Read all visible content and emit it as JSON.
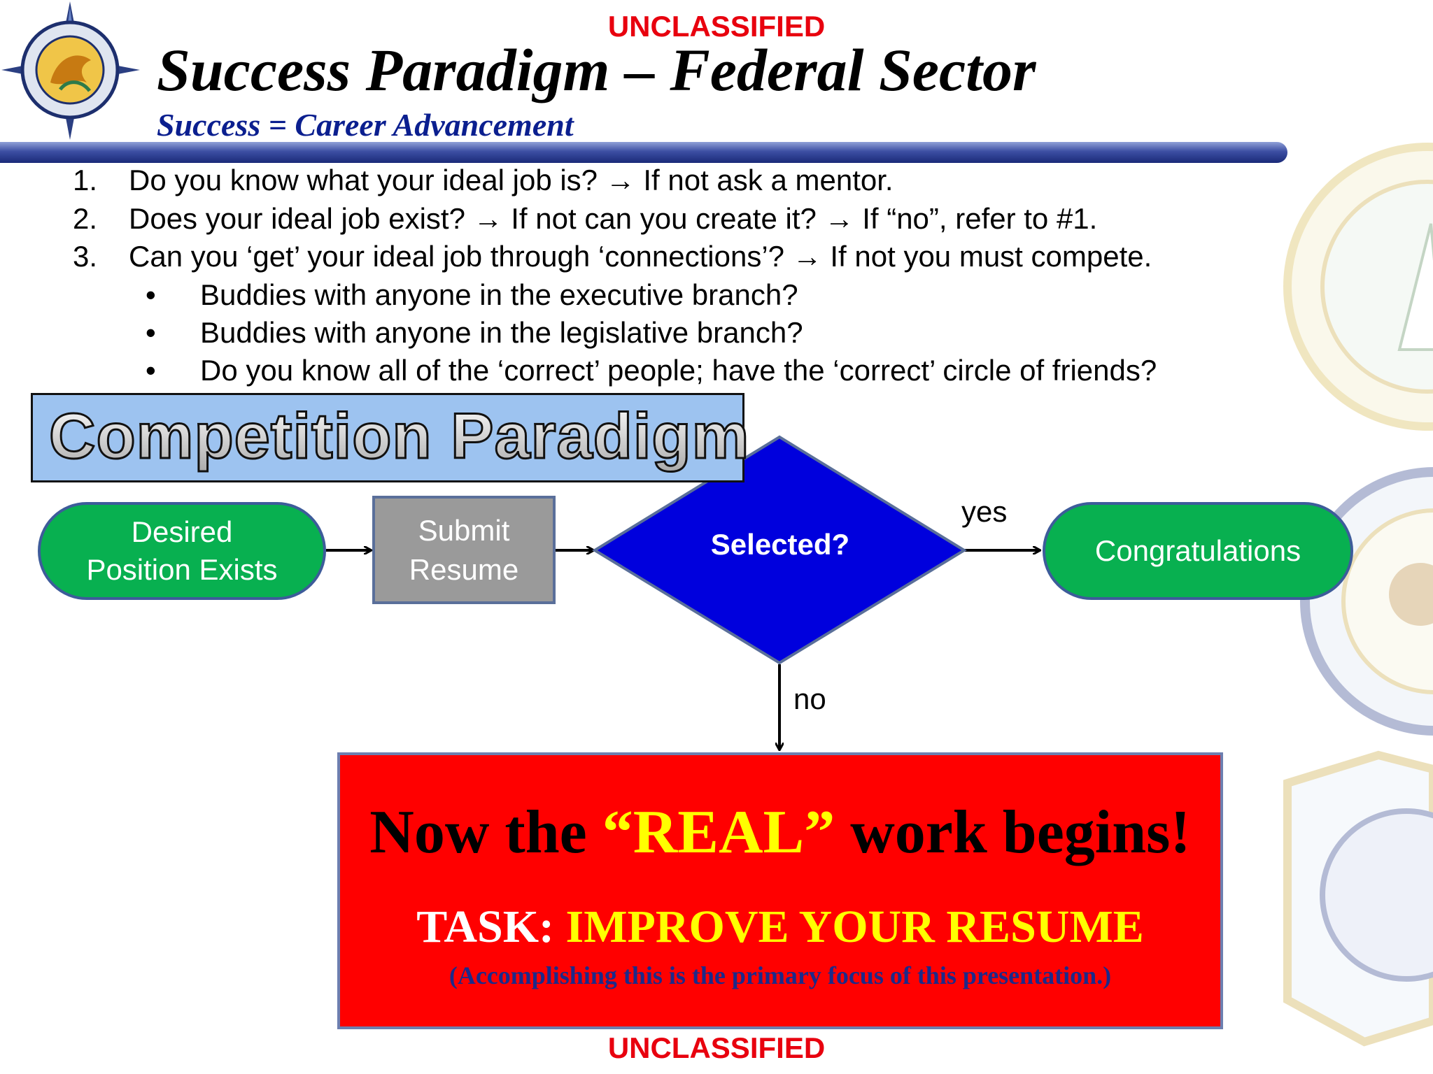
{
  "classification": {
    "top": "UNCLASSIFIED",
    "bottom": "UNCLASSIFIED"
  },
  "header": {
    "title": "Success Paradigm – Federal Sector",
    "subtitle": "Success = Career Advancement"
  },
  "questions": [
    {
      "num": "1.",
      "text": "Do you know what your ideal job is?  → If not ask a mentor."
    },
    {
      "num": "2.",
      "text": "Does your ideal job exist?  → If not can you create it?  → If “no”, refer to #1."
    },
    {
      "num": "3.",
      "text": "Can you ‘get’ your ideal job through ‘connections’?  → If not you must compete."
    }
  ],
  "bullets": [
    {
      "dot": "•",
      "text": "Buddies with anyone in the executive branch?"
    },
    {
      "dot": "•",
      "text": "Buddies with anyone in the legislative branch?"
    },
    {
      "dot": "•",
      "text": "Do you know all of the ‘correct’ people; have the ‘correct’ circle of friends?"
    }
  ],
  "competition_title": "Competition Paradigm",
  "flow": {
    "desired": [
      "Desired",
      "Position Exists"
    ],
    "submit": [
      "Submit",
      "Resume"
    ],
    "decision": "Selected?",
    "yes": "yes",
    "no": "no",
    "congrats": "Congratulations"
  },
  "callout": {
    "line_pre": "Now the ",
    "line_emph": "“REAL”",
    "line_post": " work begins!",
    "task_label": "TASK:  ",
    "task_value": "IMPROVE YOUR RESUME",
    "note": "(Accomplishing this is the primary focus of this presentation.)"
  },
  "colors": {
    "classification_red": "#e8000e",
    "subtitle_blue": "#0b1f8f",
    "pill_green": "#08b050",
    "decision_blue": "#0000dd",
    "callout_red": "#ff0000",
    "emphasis_yellow": "#ffff00"
  },
  "icons": [
    "transcom-seal-icon",
    "surface-deployment-seal-icon",
    "military-sealift-seal-icon",
    "air-mobility-seal-icon"
  ]
}
